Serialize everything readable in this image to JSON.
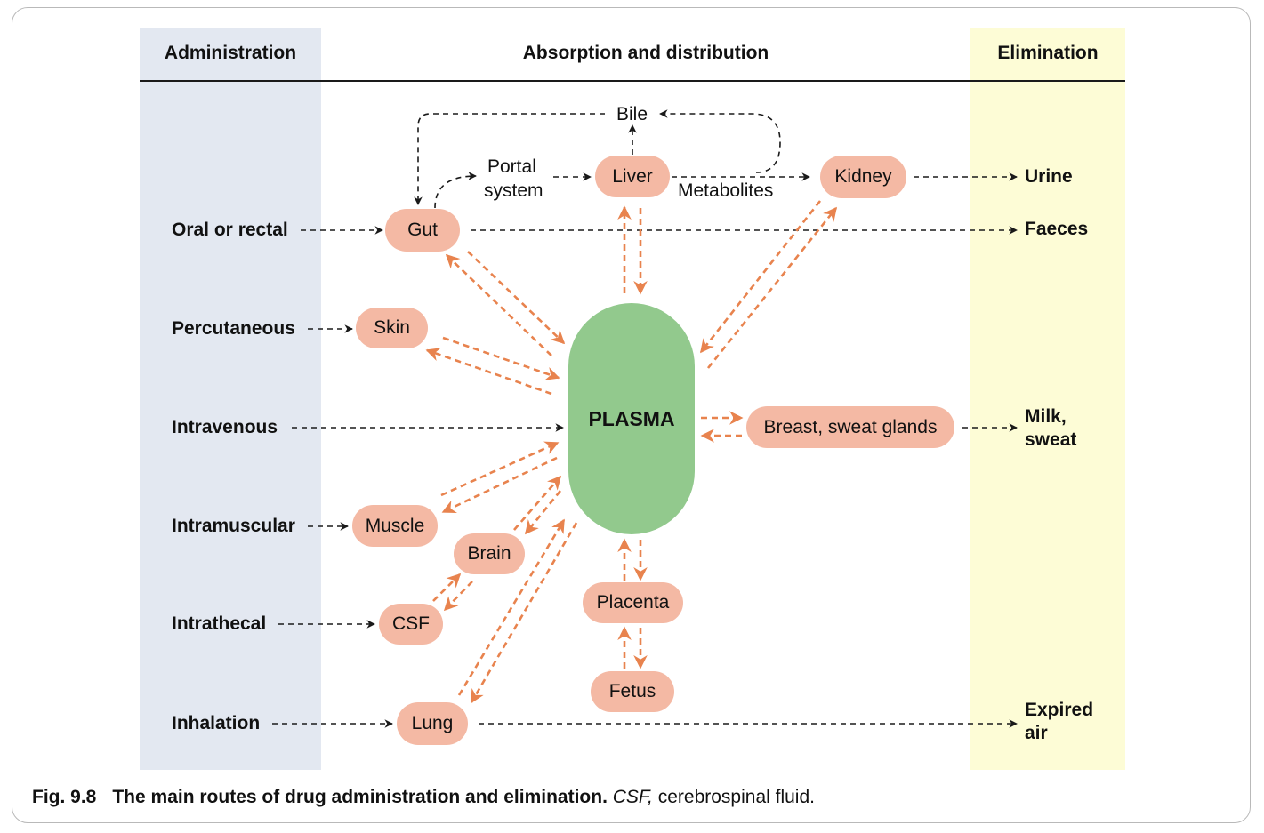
{
  "headers": {
    "administration": "Administration",
    "absorption": "Absorption and distribution",
    "elimination": "Elimination"
  },
  "routes": {
    "oral": "Oral or rectal",
    "percutaneous": "Percutaneous",
    "intravenous": "Intravenous",
    "intramuscular": "Intramuscular",
    "intrathecal": "Intrathecal",
    "inhalation": "Inhalation"
  },
  "nodes": {
    "gut": "Gut",
    "skin": "Skin",
    "muscle": "Muscle",
    "brain": "Brain",
    "csf": "CSF",
    "lung": "Lung",
    "liver": "Liver",
    "kidney": "Kidney",
    "breast": "Breast, sweat glands",
    "placenta": "Placenta",
    "fetus": "Fetus",
    "plasma": "PLASMA"
  },
  "labels": {
    "bile": "Bile",
    "portal_line1": "Portal",
    "portal_line2": "system",
    "metabolites": "Metabolites"
  },
  "outputs": {
    "urine": "Urine",
    "faeces": "Faeces",
    "milk_line1": "Milk,",
    "milk_line2": "sweat",
    "expired_line1": "Expired",
    "expired_line2": "air"
  },
  "caption": {
    "fig": "Fig. 9.8",
    "title": "The main routes of drug administration and elimination.",
    "abbr": "CSF,",
    "rest": " cerebrospinal fluid."
  },
  "colors": {
    "admin_band": "#e3e8f1",
    "elim_band": "#fdfcd6",
    "node_fill": "#f4b9a4",
    "plasma_fill": "#92c98d",
    "arrow_orange": "#e8834e",
    "arrow_black": "#1a1a1a"
  }
}
